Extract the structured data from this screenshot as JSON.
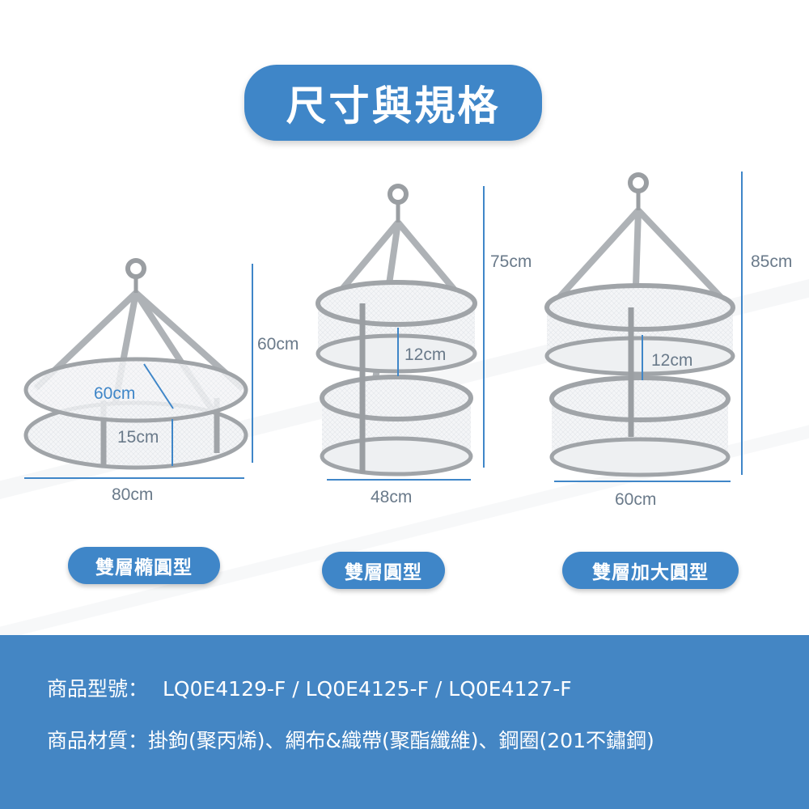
{
  "title": "尺寸與規格",
  "products": [
    {
      "name": "雙層橢圓型",
      "dims": {
        "height": "60cm",
        "depth": "60cm",
        "gap": "15cm",
        "width": "80cm"
      }
    },
    {
      "name": "雙層圓型",
      "dims": {
        "height": "75cm",
        "gap": "12cm",
        "width": "48cm"
      }
    },
    {
      "name": "雙層加大圓型",
      "dims": {
        "height": "85cm",
        "gap": "12cm",
        "width": "60cm"
      }
    }
  ],
  "info": {
    "model_label": "商品型號：",
    "model_value": "LQ0E4129-F / LQ0E4125-F / LQ0E4127-F",
    "material_label": "商品材質：",
    "material_value": "掛鉤(聚丙烯)、網布&織帶(聚酯纖維)、鋼圈(201不鏽鋼)"
  },
  "colors": {
    "accent": "#3f86c8",
    "frame": "#a8acb0",
    "mesh": "#f2f4f6"
  }
}
